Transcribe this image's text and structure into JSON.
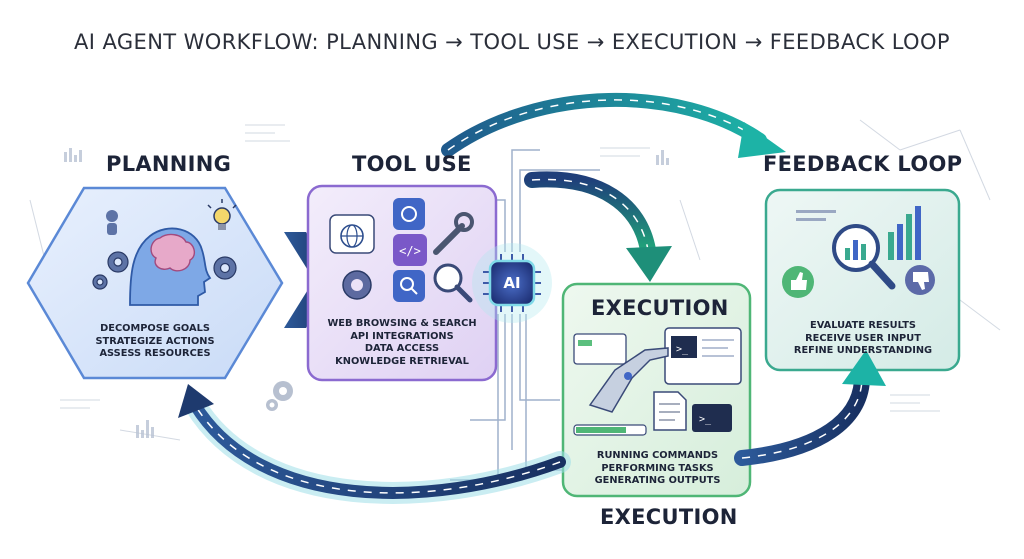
{
  "title": "AI AGENT WORKFLOW: PLANNING → TOOL USE → EXECUTION → FEEDBACK LOOP",
  "colors": {
    "planning": "#dbe7fb",
    "tool_use": "#ebe2f7",
    "execution": "#e3f4e4",
    "feedback": "#e3f2ee",
    "arrow_dark": "#1e3a6e",
    "arrow_teal": "#17a8a0"
  },
  "planning": {
    "label": "PLANNING",
    "items": [
      "DECOMPOSE GOALS",
      "STRATEGIZE ACTIONS",
      "ASSESS RESOURCES"
    ],
    "icons": [
      "brain-head-icon",
      "lightbulb-icon",
      "gear-icon"
    ]
  },
  "tool_use": {
    "label": "TOOL USE",
    "items": [
      "WEB BROWSING & SEARCH",
      "API INTEGRATIONS",
      "DATA ACCESS",
      "KNOWLEDGE RETRIEVAL"
    ],
    "icons": [
      "globe-icon",
      "code-icon",
      "wrench-icon",
      "magnifier-icon",
      "gear-icon"
    ]
  },
  "ai_chip": {
    "label": "AI"
  },
  "execution": {
    "label": "EXECUTION",
    "bottom_label": "EXECUTION",
    "items": [
      "RUNNING COMMANDS",
      "PERFORMING TASKS",
      "GENERATING OUTPUTS"
    ],
    "icons": [
      "robot-hand-icon",
      "terminal-icon",
      "document-icon"
    ]
  },
  "feedback": {
    "label": "FEEDBACK LOOP",
    "items": [
      "EVALUATE RESULTS",
      "RECEIVE USER INPUT",
      "REFINE UNDERSTANDING"
    ],
    "icons": [
      "thumbs-up-icon",
      "thumbs-down-icon",
      "magnifier-chart-icon"
    ]
  }
}
